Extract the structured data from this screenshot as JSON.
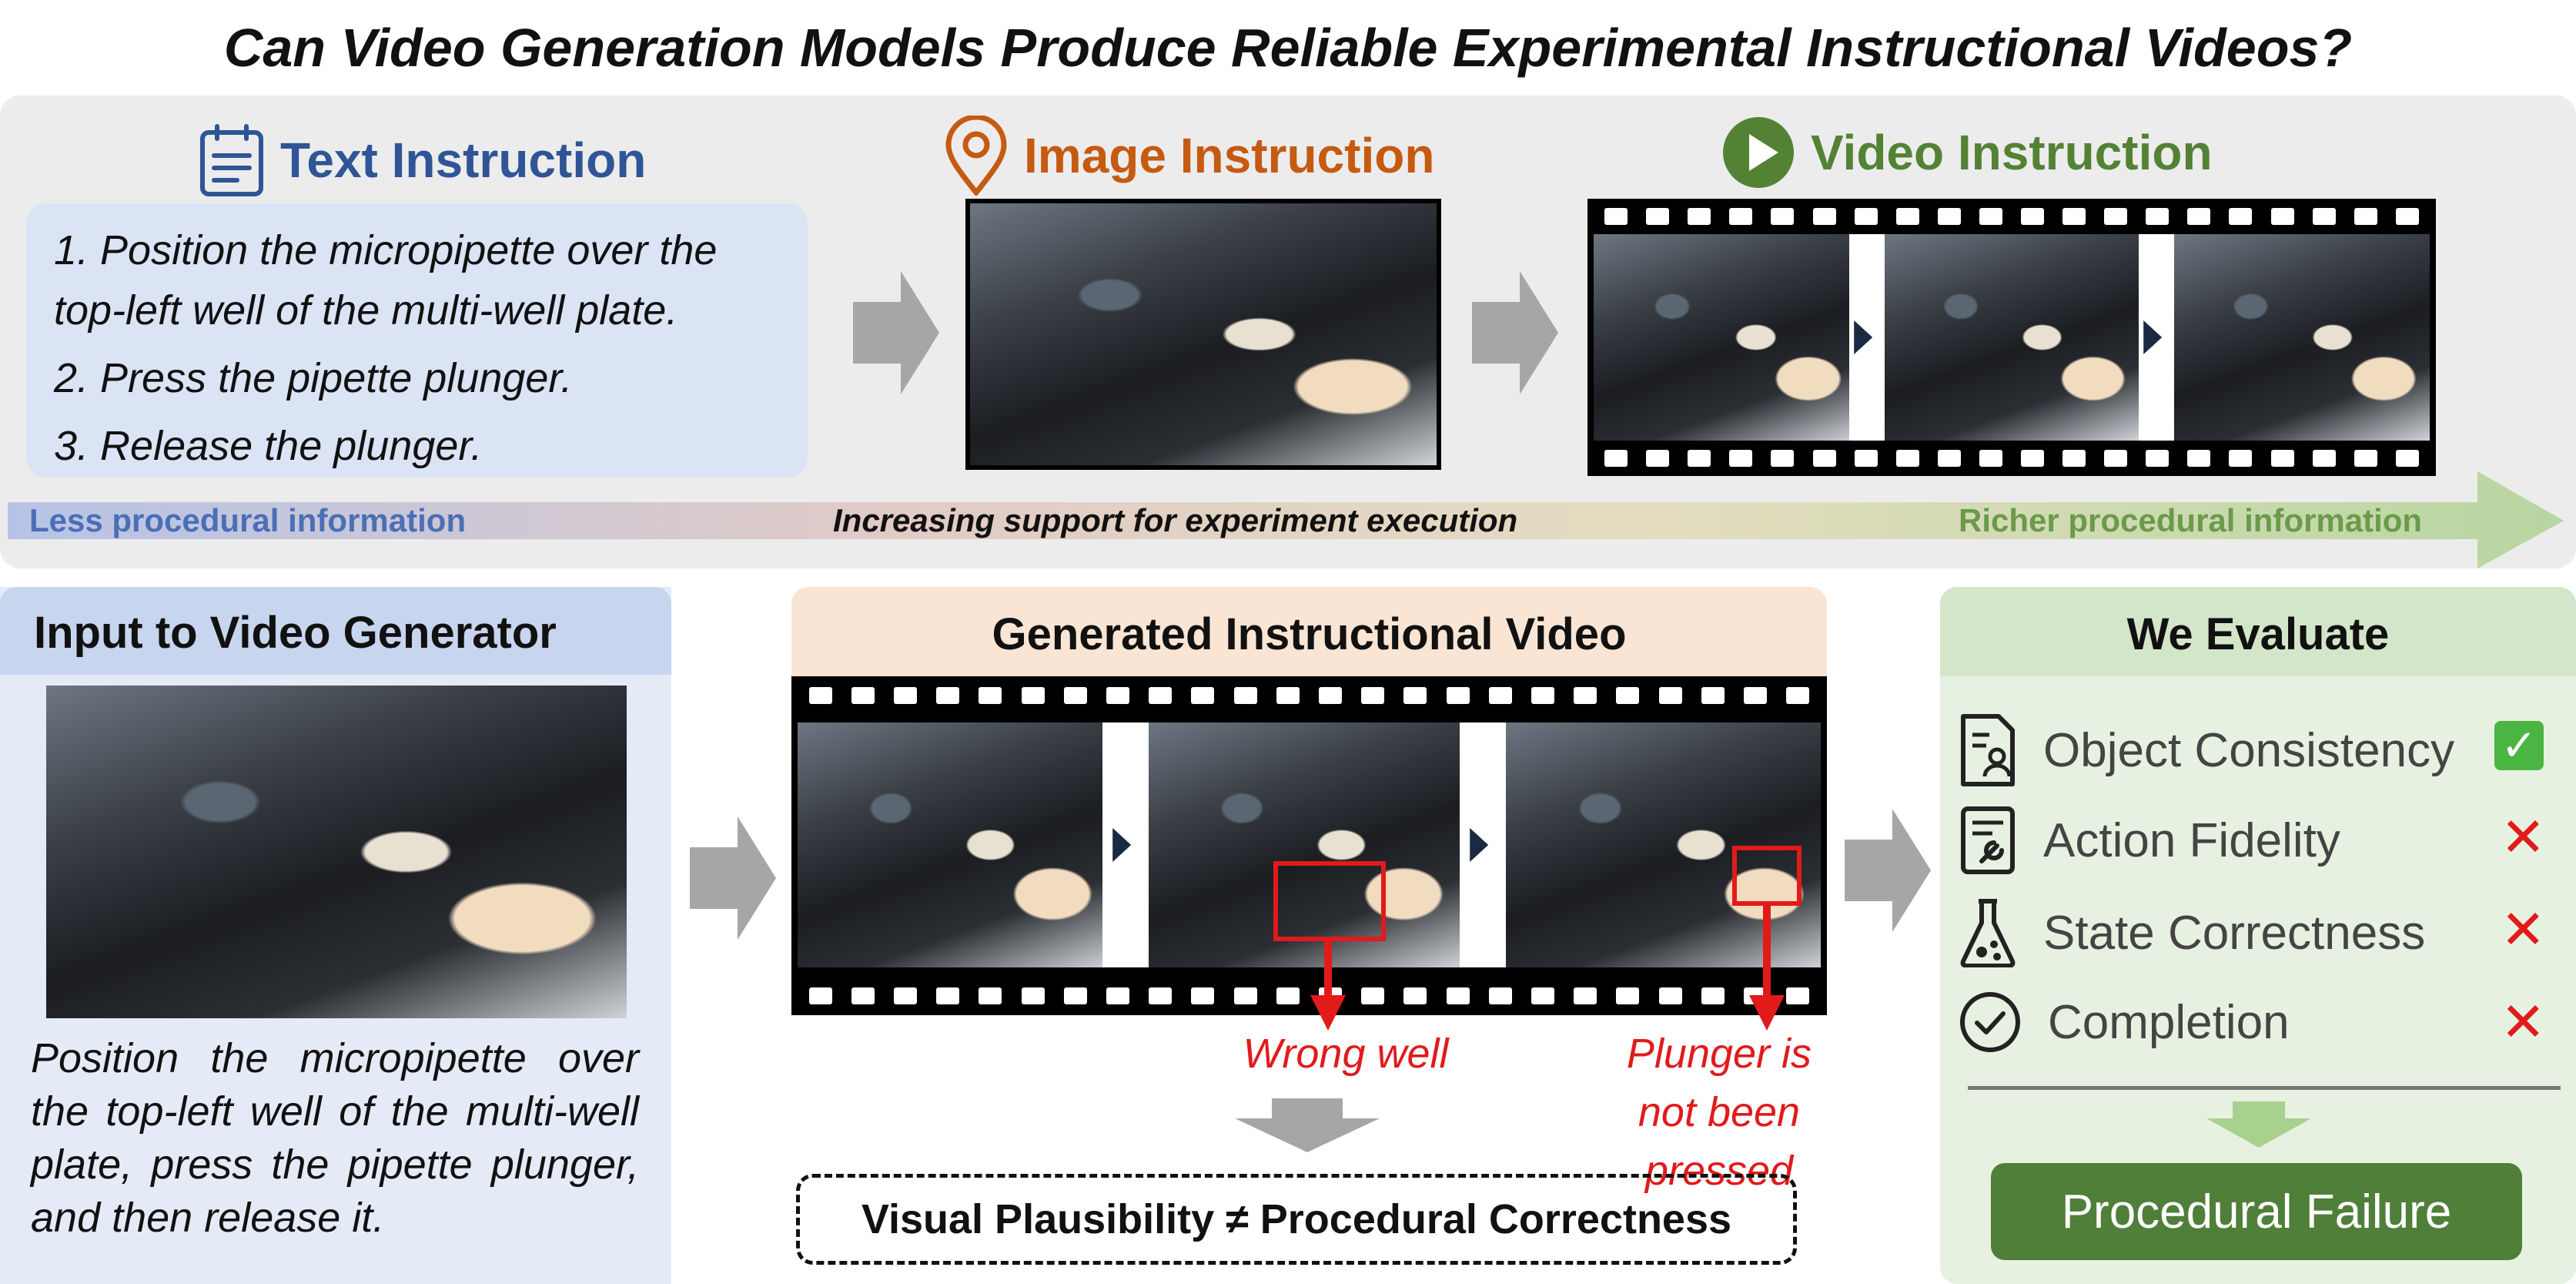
{
  "title": "Can Video Generation Models Produce Reliable Experimental Instructional Videos?",
  "colors": {
    "text_blue": "#2f5597",
    "image_orange": "#c55a11",
    "video_green": "#548235",
    "error_red": "#e21a1a",
    "failure_green": "#4f7f38"
  },
  "text_instruction": {
    "heading": "Text Instruction",
    "icon": "notepad-icon",
    "steps": [
      "1. Position the micropipette over the top-left well of the multi-well plate.",
      "2. Press the pipette plunger.",
      "3. Release the plunger."
    ]
  },
  "image_instruction": {
    "heading": "Image Instruction",
    "icon": "location-pin-icon"
  },
  "video_instruction": {
    "heading": "Video Instruction",
    "icon": "play-icon"
  },
  "progress_arrow": {
    "left_label": "Less procedural information",
    "center_label": "Increasing support for experiment execution",
    "right_label": "Richer procedural information"
  },
  "input_panel": {
    "title": "Input to Video Generator",
    "prompt": "Position the micropipette over the top-left well of the multi-well plate, press the pipette plunger, and then release it."
  },
  "generated_panel": {
    "title": "Generated Instructional Video",
    "annotations": [
      "Wrong well",
      "Plunger is not been pressed"
    ],
    "conclusion": "Visual Plausibility ≠ Procedural Correctness"
  },
  "evaluate_panel": {
    "title": "We Evaluate",
    "criteria": [
      {
        "label": "Object Consistency",
        "icon": "document-person-icon",
        "result": "pass"
      },
      {
        "label": "Action Fidelity",
        "icon": "document-wrench-icon",
        "result": "fail"
      },
      {
        "label": "State Correctness",
        "icon": "flask-icon",
        "result": "fail"
      },
      {
        "label": "Completion",
        "icon": "check-circle-icon",
        "result": "fail"
      }
    ],
    "verdict": "Procedural Failure"
  }
}
